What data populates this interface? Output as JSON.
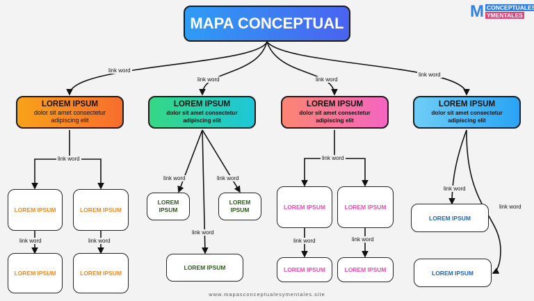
{
  "title": "MAPA CONCEPTUAL",
  "logo": {
    "mark": "M",
    "line1": "CONCEPTUALES",
    "line2": "YMENTALES"
  },
  "footer": "www.mapasconceptualesymentales.site",
  "link_word": "link word",
  "colors": {
    "root": [
      "#2e9cf5",
      "#4a63f0"
    ],
    "orange": [
      "#f9a21a",
      "#f76d2c"
    ],
    "green": [
      "#35d884",
      "#1dc6d9"
    ],
    "pink": [
      "#fb8573",
      "#f465c0"
    ],
    "blue": [
      "#6ecdf7",
      "#29a4f4"
    ]
  },
  "branches": [
    {
      "title": "LOREM IPSUM",
      "sub1": "dolor sit amet consectetur",
      "sub2": "adipiscing elit",
      "color": "orange",
      "text_color": "#f08a20"
    },
    {
      "title": "LOREM IPSUM",
      "sub1": "dolor sit amet consectetur",
      "sub2": "adipiscing elit",
      "color": "green",
      "text_color": "#2e5a1f"
    },
    {
      "title": "LOREM IPSUM",
      "sub1": "dolor sit amet consectetur",
      "sub2": "adipiscing elit",
      "color": "pink",
      "text_color": "#f04bb0"
    },
    {
      "title": "LOREM IPSUM",
      "sub1": "dolor sit amet consectetur",
      "sub2": "adipiscing elit",
      "color": "blue",
      "text_color": "#1f63b5"
    }
  ],
  "leaves": {
    "b1": [
      "LOREM IPSUM",
      "LOREM IPSUM",
      "LOREM IPSUM",
      "LOREM IPSUM"
    ],
    "b2": [
      "LOREM IPSUM",
      "LOREM IPSUM",
      "LOREM IPSUM"
    ],
    "b3": [
      "LOREM IPSUM",
      "LOREM IPSUM",
      "LOREM IPSUM",
      "LOREM IPSUM"
    ],
    "b4": [
      "LOREM IPSUM",
      "LOREM IPSUM"
    ]
  }
}
